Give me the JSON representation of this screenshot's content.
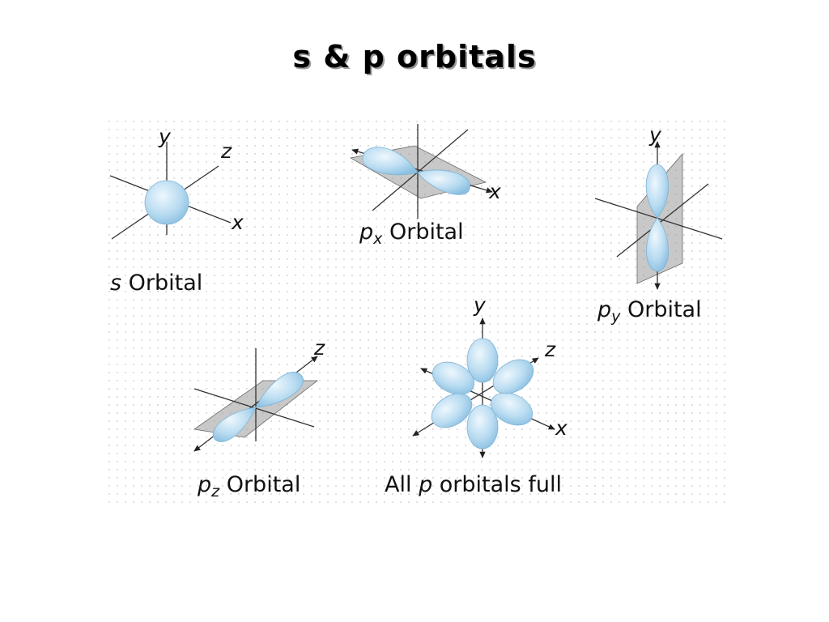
{
  "title": "s & p orbitals",
  "axes": {
    "x": "x",
    "y": "y",
    "z": "z"
  },
  "captions": {
    "s": {
      "italic": "s",
      "rest": " Orbital"
    },
    "px": {
      "italic": "p",
      "sub": "x",
      "rest": " Orbital"
    },
    "py": {
      "italic": "p",
      "sub": "y",
      "rest": " Orbital"
    },
    "pz": {
      "italic": "p",
      "sub": "z",
      "rest": " Orbital"
    },
    "all": {
      "pre": "All ",
      "italic": "p",
      "rest": " orbitals full"
    }
  },
  "colors": {
    "lobe_light": "#e4f2fb",
    "lobe_dark": "#9ccbe8",
    "plane": "#9a9a9a",
    "grid_dot": "#c8c8c8"
  }
}
